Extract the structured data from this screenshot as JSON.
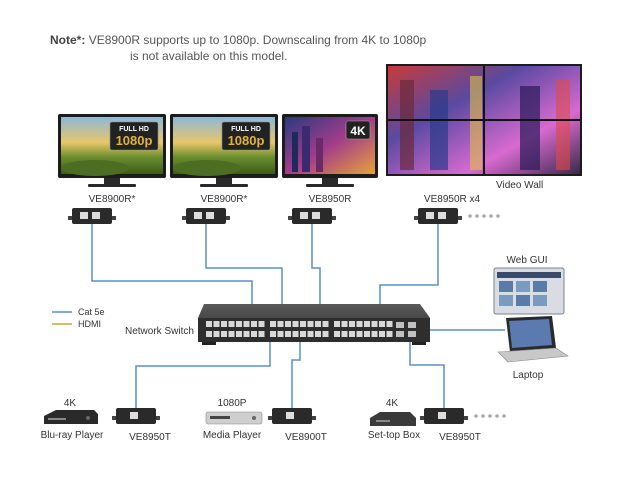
{
  "note": {
    "prefix": "Note*:",
    "line1": "VE8900R supports up to 1080p. Downscaling from 4K to 1080p",
    "line2": "is not available on this model."
  },
  "displays": [
    {
      "badge_top": "FULL HD",
      "badge_bottom": "1080p",
      "receiver": "VE8900R*"
    },
    {
      "badge_top": "FULL HD",
      "badge_bottom": "1080p",
      "receiver": "VE8900R*"
    },
    {
      "badge_top": "4K",
      "badge_bottom": "",
      "receiver": "VE8950R"
    },
    {
      "badge_top": "",
      "badge_bottom": "",
      "receiver": "VE8950R x4",
      "caption": "Video Wall"
    }
  ],
  "switch_label": "Network Switch",
  "web_gui_label": "Web GUI",
  "laptop_label": "Laptop",
  "legend": {
    "cat": {
      "label": "Cat 5e",
      "color": "#5b8fc7"
    },
    "hdmi": {
      "label": "HDMI",
      "color": "#c9a534"
    }
  },
  "sources": [
    {
      "resolution": "4K",
      "device": "Blu-ray Player",
      "transmitter": "VE8950T"
    },
    {
      "resolution": "1080P",
      "device": "Media Player",
      "transmitter": "VE8900T"
    },
    {
      "resolution": "4K",
      "device": "Set-top Box",
      "transmitter": "VE8950T"
    }
  ],
  "colors": {
    "cat_line": "#5b8fc7",
    "device_dark": "#2a2a2a"
  }
}
